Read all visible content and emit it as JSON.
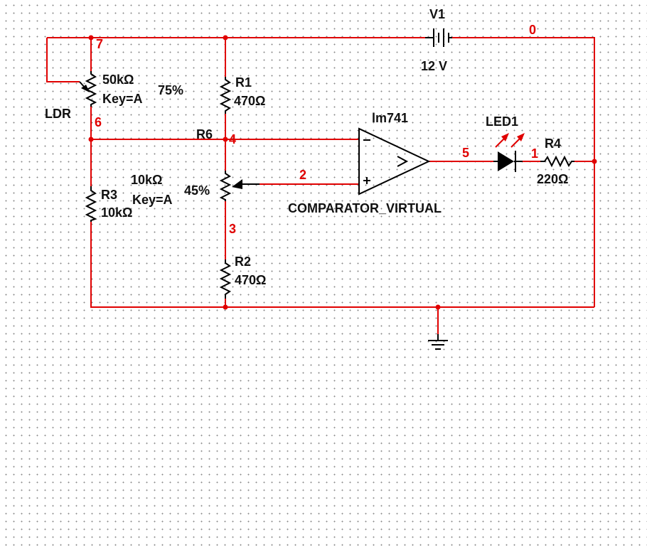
{
  "colors": {
    "wire": "#e00000",
    "component": "#000000",
    "node_label": "#e00000"
  },
  "nodes": [
    "0",
    "1",
    "2",
    "3",
    "4",
    "5",
    "6",
    "7"
  ],
  "components": {
    "V1": {
      "name": "V1",
      "value": "12 V"
    },
    "LDR": {
      "name": "LDR",
      "value": "50kΩ",
      "key": "Key=A",
      "setting": "75%"
    },
    "R1": {
      "name": "R1",
      "value": "470Ω"
    },
    "R2": {
      "name": "R2",
      "value": "470Ω"
    },
    "R3": {
      "name": "R3",
      "value": "10kΩ"
    },
    "R4": {
      "name": "R4",
      "value": "220Ω"
    },
    "R6": {
      "name": "R6",
      "value": "10kΩ",
      "key": "Key=A",
      "setting": "45%"
    },
    "U1": {
      "model": "lm741",
      "type": "COMPARATOR_VIRTUAL",
      "minus": "−",
      "plus": "+",
      "symbol": ">"
    },
    "LED1": {
      "name": "LED1"
    }
  }
}
